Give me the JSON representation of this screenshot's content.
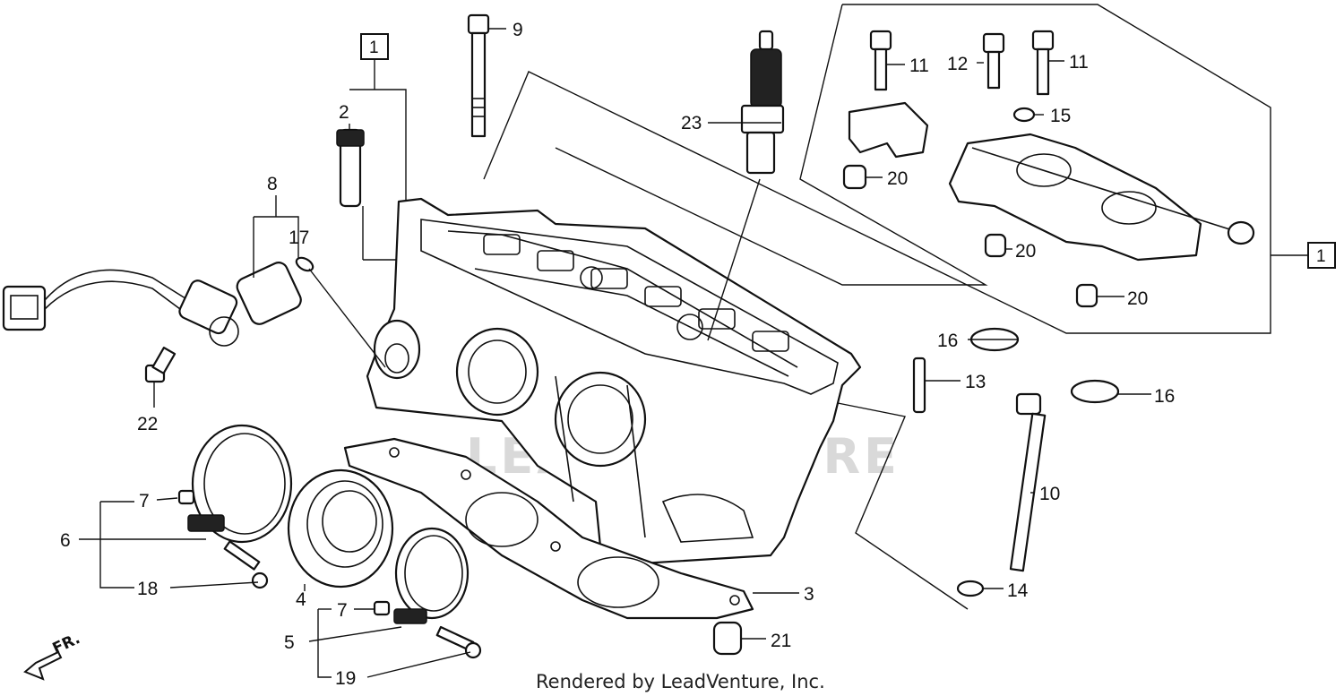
{
  "watermark": "LEADVENTURE",
  "footer": "Rendered by LeadVenture, Inc.",
  "front_marker": "FR.",
  "callouts": {
    "c1_left": "1",
    "c1_right": "1",
    "c2": "2",
    "c3": "3",
    "c4": "4",
    "c5": "5",
    "c6": "6",
    "c7a": "7",
    "c7b": "7",
    "c8": "8",
    "c9": "9",
    "c10": "10",
    "c11a": "11",
    "c11b": "11",
    "c12": "12",
    "c13": "13",
    "c14": "14",
    "c15": "15",
    "c16a": "16",
    "c16b": "16",
    "c17": "17",
    "c18": "18",
    "c19": "19",
    "c20a": "20",
    "c20b": "20",
    "c20c": "20",
    "c21": "21",
    "c22": "22",
    "c23": "23"
  }
}
